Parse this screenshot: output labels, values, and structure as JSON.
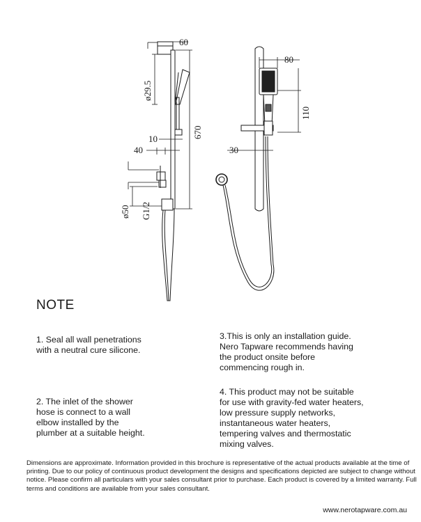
{
  "dimensions": {
    "d60": "60",
    "d29_5": "ø29.5",
    "d670": "670",
    "d10": "10",
    "d40": "40",
    "d50": "ø50",
    "g12": "G1/2",
    "d80": "80",
    "d110": "110",
    "d30": "30"
  },
  "notes": {
    "title": "NOTE",
    "note1": "1. Seal all wall penetrations\nwith a neutral cure silicone.",
    "note2": "2. The inlet of the shower\nhose is connect to a wall\nelbow installed by the\nplumber at a suitable height.",
    "note3": "3.This is only an installation guide.\nNero Tapware recommends having\nthe product onsite before\ncommencing rough in.",
    "note4": "4. This product may not be suitable\nfor use with gravity-fed water heaters,\nlow pressure supply networks,\ninstantaneous water heaters,\ntempering valves and thermostatic\nmixing valves."
  },
  "footer": {
    "disclaimer": "Dimensions are approximate. Information provided in this brochure is representative of the actual products available at the time of printing. Due to our policy of continuous product development the designs and specifications depicted are subject to change without notice. Please confirm all particulars with your sales consultant prior to purchase. Each product is covered by a limited warranty. Full terms and conditions are available from your sales consultant.",
    "website": "www.nerotapware.com.au"
  }
}
